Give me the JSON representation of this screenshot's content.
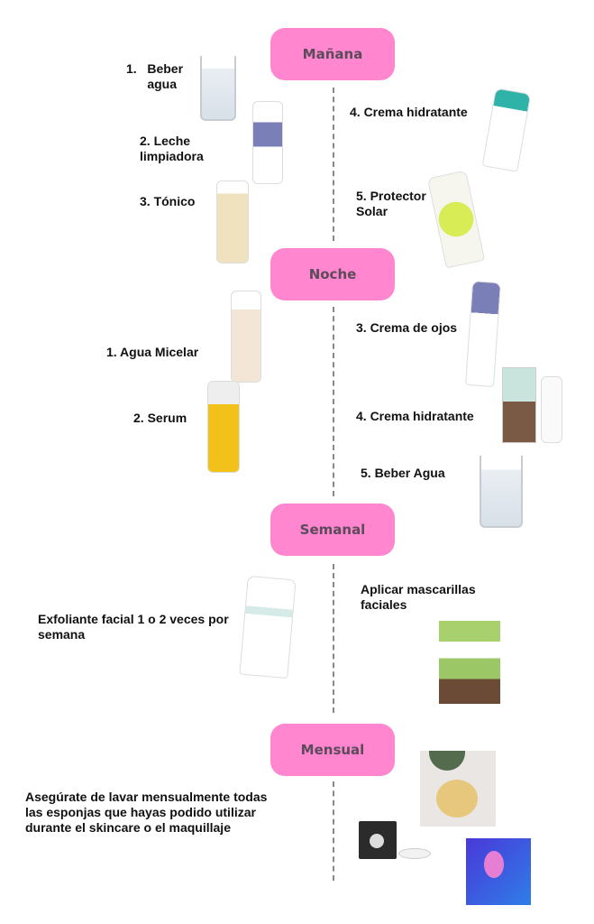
{
  "sections": {
    "manana": {
      "title": "Mañana",
      "left": [
        "1.   Beber\n      agua",
        "2. Leche\nlimpiadora",
        "3. Tónico"
      ],
      "right": [
        "4. Crema hidratante",
        "5. Protector\nSolar"
      ]
    },
    "noche": {
      "title": "Noche",
      "left": [
        "1.   Agua Micelar",
        "2. Serum"
      ],
      "right": [
        "3. Crema de ojos",
        "4. Crema hidratante",
        "5. Beber Agua"
      ]
    },
    "semanal": {
      "title": "Semanal",
      "left": "Exfoliante facial 1 o 2 veces por\nsemana",
      "right": "Aplicar mascarillas\nfaciales"
    },
    "mensual": {
      "title": "Mensual",
      "left": "Asegúrate de lavar mensualmente todas\nlas esponjas que hayas podido utilizar\ndurante el skincare o el maquillaje"
    }
  },
  "colors": {
    "pill": "#ff86cf",
    "pill_text": "#5b4b5b"
  }
}
